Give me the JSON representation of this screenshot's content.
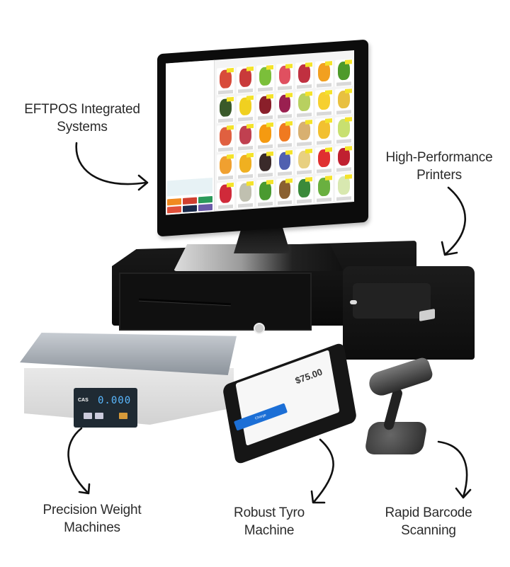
{
  "labels": {
    "eftpos": {
      "line1": "EFTPOS Integrated",
      "line2": "Systems"
    },
    "printers": {
      "line1": "High-Performance",
      "line2": "Printers"
    },
    "weight": {
      "line1": "Precision Weight",
      "line2": "Machines"
    },
    "tyro": {
      "line1": "Robust Tyro",
      "line2": "Machine"
    },
    "barcode": {
      "line1": "Rapid Barcode",
      "line2": "Scanning"
    }
  },
  "devices": {
    "monitor": {
      "name": "POS touchscreen monitor",
      "screen": "fruit product grid"
    },
    "cash_drawer": {
      "name": "Cash drawer"
    },
    "printer": {
      "name": "Receipt printer"
    },
    "scale": {
      "name": "Weighing scale",
      "brand": "CAS",
      "display_value": "0.000"
    },
    "terminal": {
      "name": "Tyro EFTPOS terminal",
      "amount": "$75.00",
      "button_label": "Charge"
    },
    "scanner": {
      "name": "Barcode scanner with stand"
    }
  },
  "colors": {
    "text": "#2b2b2b",
    "arrow": "#111111",
    "device_black": "#0c0c0c",
    "terminal_button": "#1c6fd6",
    "price_tag": "#f4e32a",
    "scale_digits": "#5ab8ff"
  },
  "pos_screen": {
    "tile_colors": [
      "#d84b3a",
      "#c93a3a",
      "#7bbf3a",
      "#e05060",
      "#c03040",
      "#f2a020",
      "#4e9a2a",
      "#3a5a2a",
      "#f0d020",
      "#8a1f2a",
      "#9a2050",
      "#b8d060",
      "#f6d030",
      "#e8c040",
      "#e06040",
      "#c04050",
      "#f59a10",
      "#f07a20",
      "#d8b070",
      "#f2c030",
      "#c8e070",
      "#f0a030",
      "#f0b020",
      "#3a2a2a",
      "#5060b0",
      "#e8d080",
      "#e03030",
      "#c02030",
      "#d02a3a",
      "#c0c0b0",
      "#4a9a30",
      "#8a6030",
      "#3a8a3a",
      "#6ab040",
      "#d8e8b0"
    ],
    "button_colors": [
      "#f08a20",
      "#d04030",
      "#2a9a5a",
      "#e0503a",
      "#1a2a4a",
      "#6a5aa8"
    ]
  }
}
